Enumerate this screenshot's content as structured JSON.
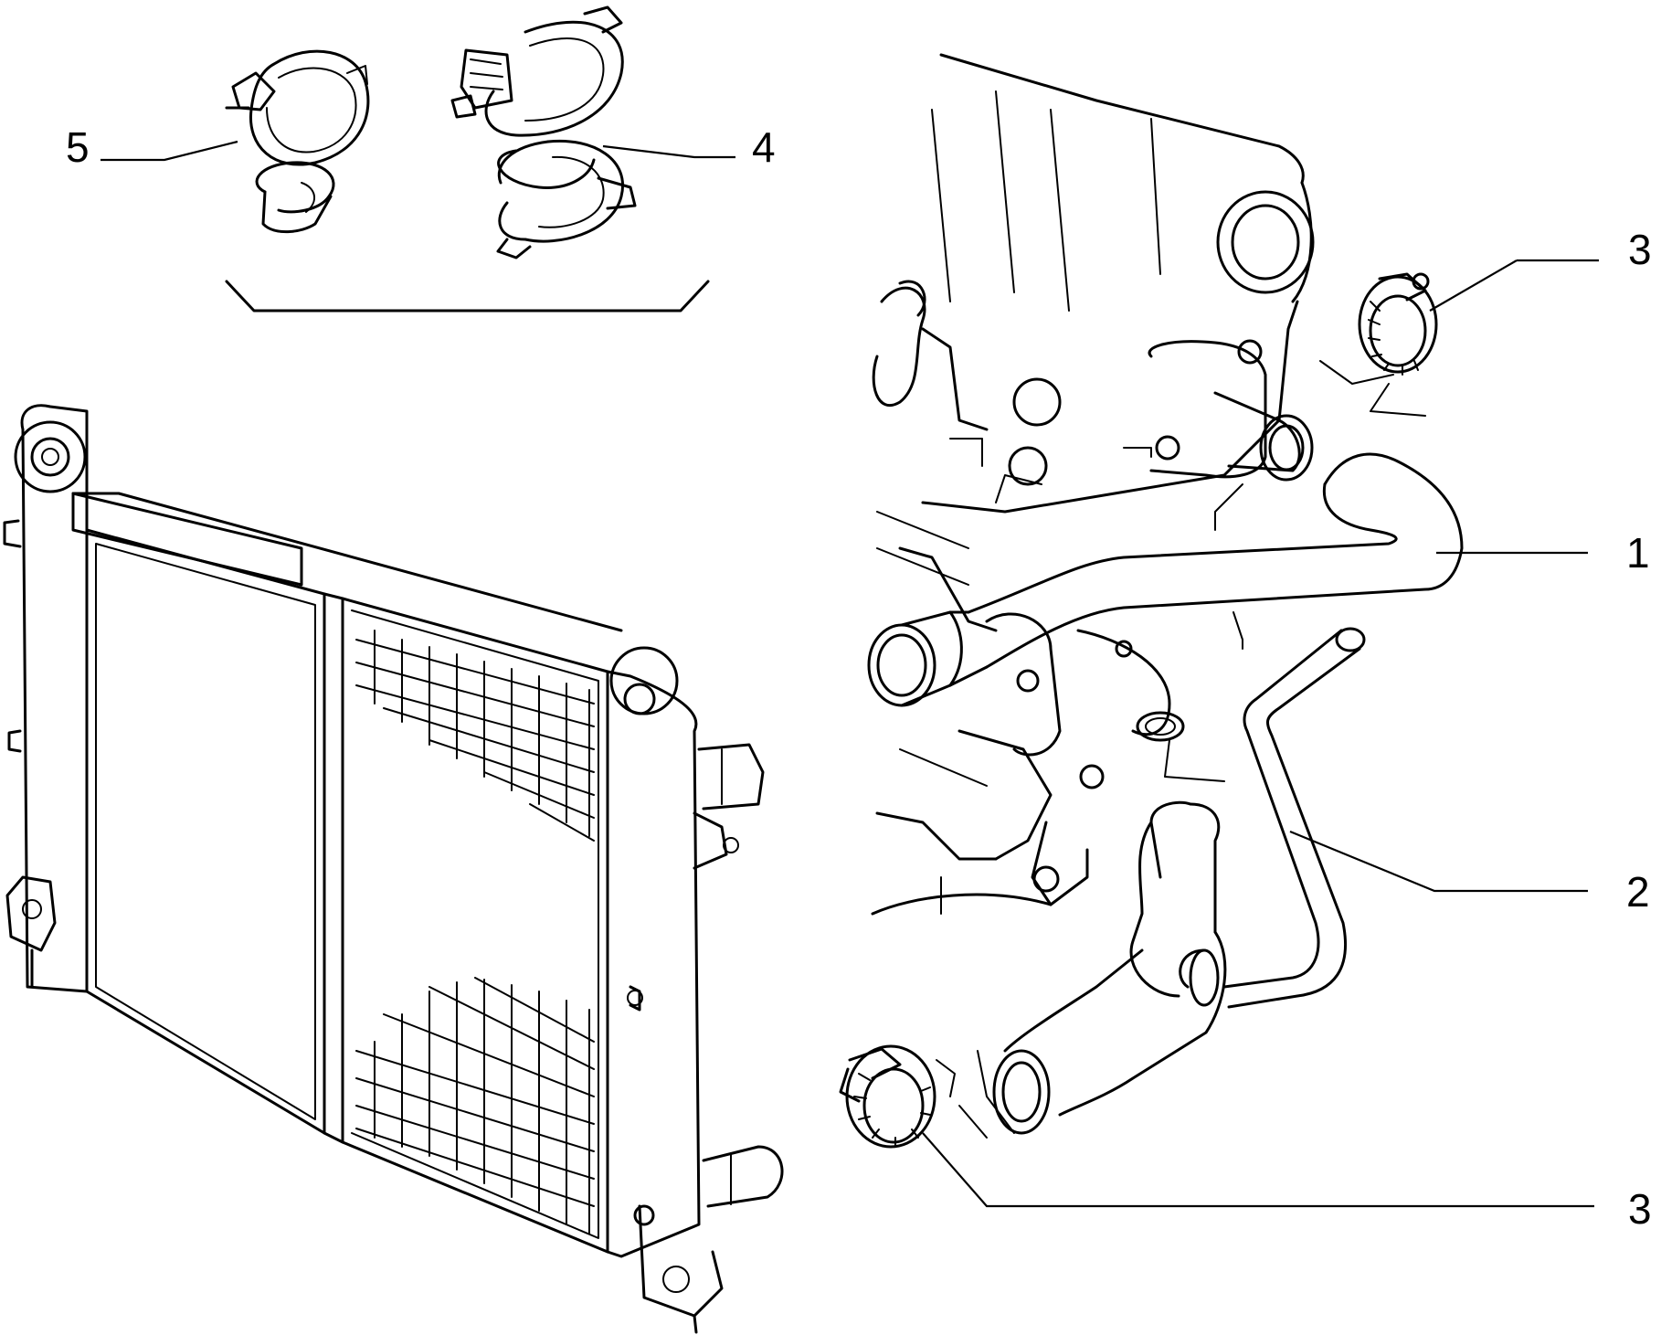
{
  "callouts": [
    {
      "id": "label-1",
      "text": "1"
    },
    {
      "id": "label-2",
      "text": "2"
    },
    {
      "id": "label-3-top",
      "text": "3"
    },
    {
      "id": "label-3-bottom",
      "text": "3"
    },
    {
      "id": "label-4",
      "text": "4"
    },
    {
      "id": "label-5",
      "text": "5"
    }
  ],
  "colors": {
    "line": "#000000",
    "background": "#ffffff"
  }
}
